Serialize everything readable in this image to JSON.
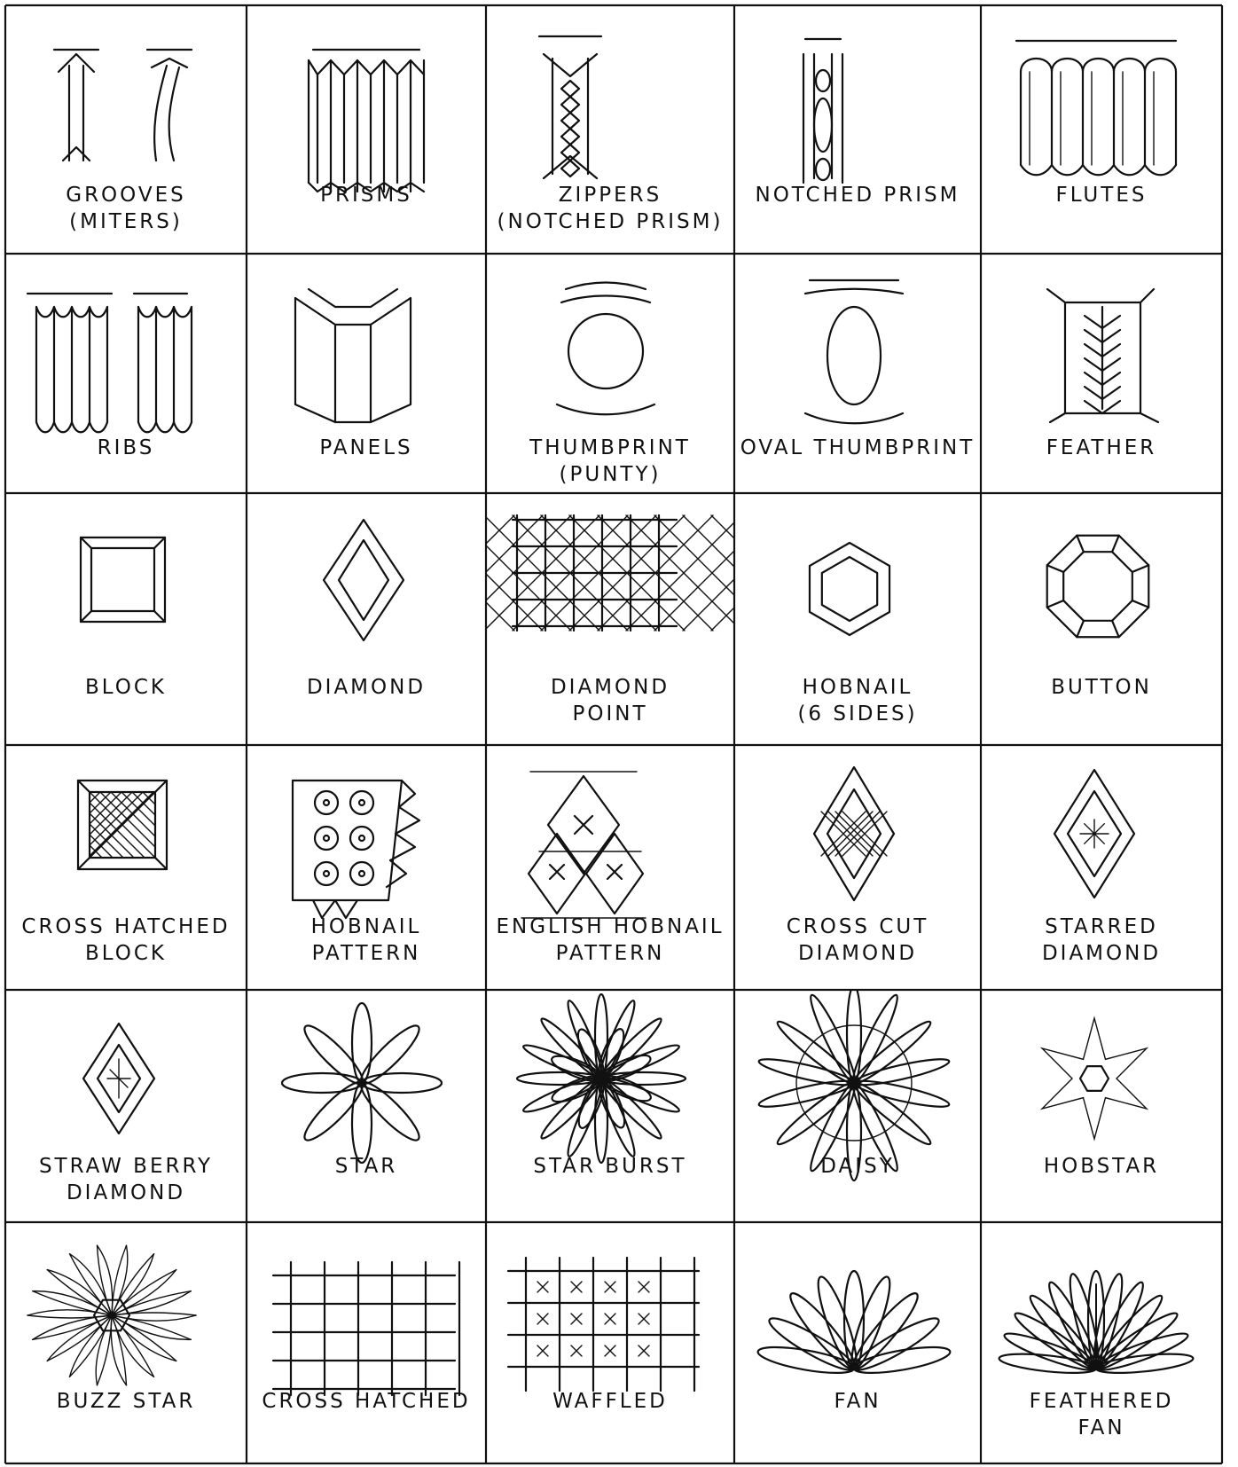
{
  "cuts": [
    {
      "id": "grooves",
      "lines": [
        "GROOVES",
        "(MITERS)"
      ]
    },
    {
      "id": "prisms",
      "lines": [
        "PRISMS"
      ]
    },
    {
      "id": "zippers",
      "lines": [
        "ZIPPERS",
        "(NOTCHED PRISM)"
      ]
    },
    {
      "id": "notched-prism",
      "lines": [
        "NOTCHED  PRISM"
      ]
    },
    {
      "id": "flutes",
      "lines": [
        "FLUTES"
      ]
    },
    {
      "id": "ribs",
      "lines": [
        "RIBS"
      ]
    },
    {
      "id": "panels",
      "lines": [
        "PANELS"
      ]
    },
    {
      "id": "thumbprint",
      "lines": [
        "THUMBPRINT",
        "(PUNTY)"
      ]
    },
    {
      "id": "oval-thumbprint",
      "lines": [
        "OVAL THUMBPRINT"
      ]
    },
    {
      "id": "feather",
      "lines": [
        "FEATHER"
      ]
    },
    {
      "id": "block",
      "lines": [
        "BLOCK"
      ]
    },
    {
      "id": "diamond",
      "lines": [
        "DIAMOND"
      ]
    },
    {
      "id": "diamond-point",
      "lines": [
        "DIAMOND",
        "POINT"
      ]
    },
    {
      "id": "hobnail-6",
      "lines": [
        "HOBNAIL",
        "(6 SIDES)"
      ]
    },
    {
      "id": "button",
      "lines": [
        "BUTTON"
      ]
    },
    {
      "id": "cross-hatched-block",
      "lines": [
        "CROSS HATCHED",
        "BLOCK"
      ]
    },
    {
      "id": "hobnail-pattern",
      "lines": [
        "HOBNAIL",
        "PATTERN"
      ]
    },
    {
      "id": "english-hobnail",
      "lines": [
        "ENGLISH  HOBNAIL",
        "PATTERN"
      ]
    },
    {
      "id": "crosscut-diamond",
      "lines": [
        "CROSS CUT",
        "DIAMOND"
      ]
    },
    {
      "id": "starred-diamond",
      "lines": [
        "STARRED",
        "DIAMOND"
      ]
    },
    {
      "id": "strawberry-diamond",
      "lines": [
        "STRAW BERRY",
        "DIAMOND"
      ]
    },
    {
      "id": "star",
      "lines": [
        "STAR"
      ]
    },
    {
      "id": "starburst",
      "lines": [
        "STAR BURST"
      ]
    },
    {
      "id": "daisy",
      "lines": [
        "DAISY"
      ]
    },
    {
      "id": "hobstar",
      "lines": [
        "HOBSTAR"
      ]
    },
    {
      "id": "buzz-star",
      "lines": [
        "BUZZ  STAR"
      ]
    },
    {
      "id": "cross-hatched",
      "lines": [
        "CROSS HATCHED"
      ]
    },
    {
      "id": "waffled",
      "lines": [
        "WAFFLED"
      ]
    },
    {
      "id": "fan",
      "lines": [
        "FAN"
      ]
    },
    {
      "id": "feathered-fan",
      "lines": [
        "FEATHERED",
        "FAN"
      ]
    }
  ]
}
